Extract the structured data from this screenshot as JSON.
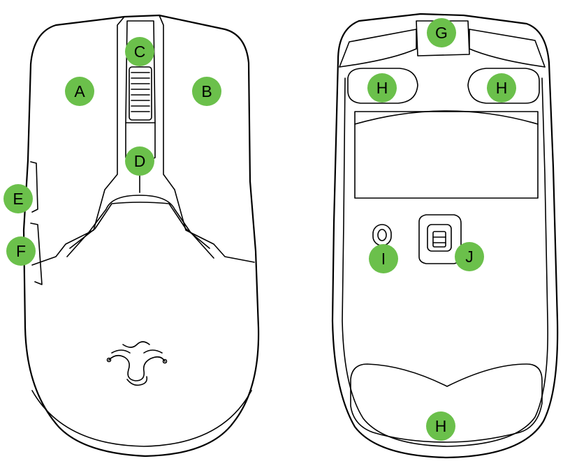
{
  "colors": {
    "badge": "#6bc04b",
    "stroke": "#000000",
    "background": "#ffffff"
  },
  "icons": {
    "brand_logo": "razer-snake-logo"
  },
  "callouts": {
    "A": "A",
    "B": "B",
    "C": "C",
    "D": "D",
    "E": "E",
    "F": "F",
    "G": "G",
    "H1": "H",
    "H2": "H",
    "H3": "H",
    "I": "I",
    "J": "J"
  }
}
